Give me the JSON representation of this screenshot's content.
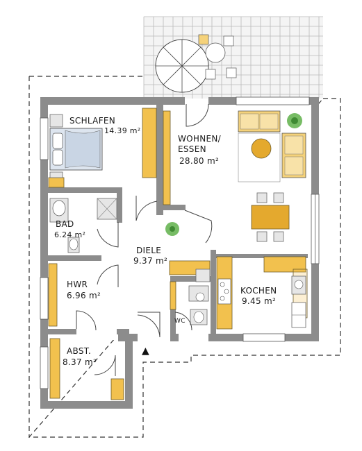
{
  "rooms": {
    "schlafen": {
      "name": "SCHLAFEN",
      "area": "14.39 m²"
    },
    "wohnen": {
      "name_line1": "WOHNEN/",
      "name_line2": "ESSEN",
      "area": "28.80 m²"
    },
    "bad": {
      "name": "BAD",
      "area": "6.24 m²"
    },
    "diele": {
      "name": "DIELE",
      "area": "9.37 m²"
    },
    "hwr": {
      "name": "HWR",
      "area": "6.96 m²"
    },
    "kochen": {
      "name": "KOCHEN",
      "area": "9.45 m²"
    },
    "wc": {
      "name": "WC"
    },
    "abst": {
      "name": "ABST.",
      "area": "8.37 m²"
    }
  },
  "entrance_symbol": "▲",
  "colors": {
    "wall": "#8c8c8c",
    "cabinet": "#f2c14e",
    "plant": "#5fb04a",
    "sofa": "#f5d27a",
    "table_wood": "#e4a92e"
  }
}
